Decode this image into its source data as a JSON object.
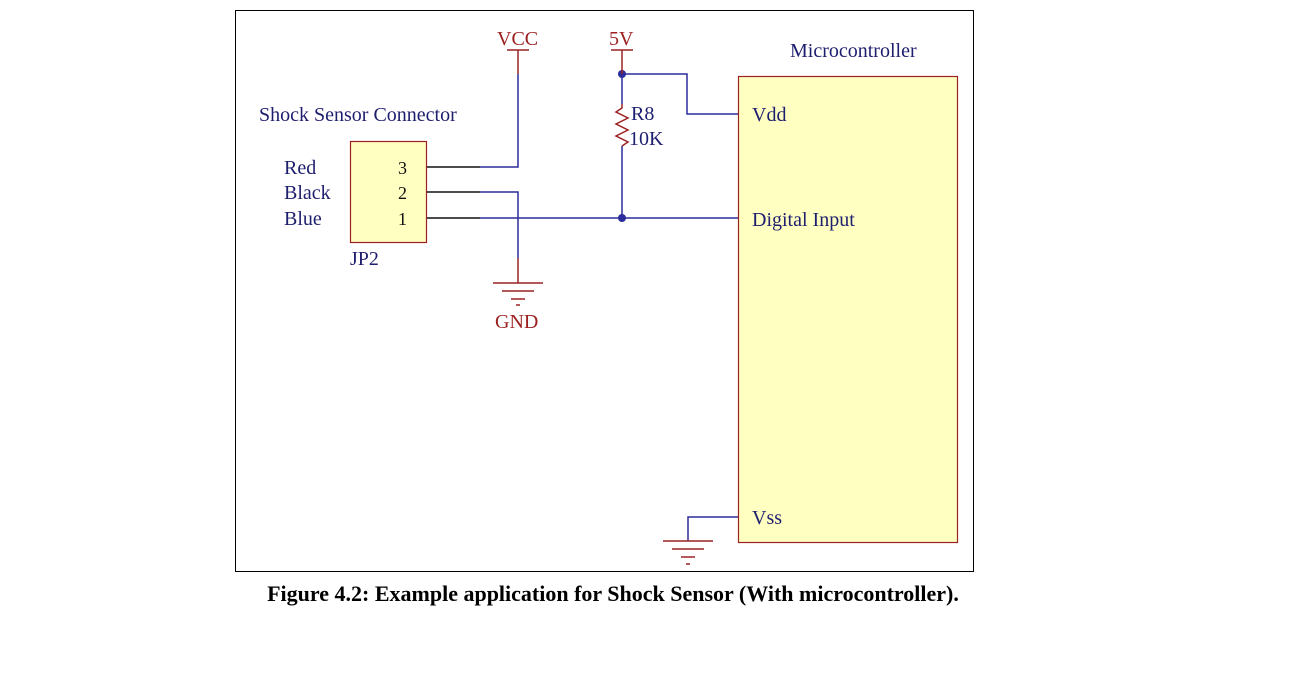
{
  "colors": {
    "wire": "#2c2c9c",
    "power": "#9c2222",
    "component_fill": "#ffffc2",
    "component_stroke": "#9c2222",
    "label_dark": "#1e1e6e",
    "text": "#111111"
  },
  "connector": {
    "title": "Shock Sensor Connector",
    "designator": "JP2",
    "pins": [
      {
        "wire_color": "Red",
        "number": "3"
      },
      {
        "wire_color": "Black",
        "number": "2"
      },
      {
        "wire_color": "Blue",
        "number": "1"
      }
    ]
  },
  "power": {
    "vcc": "VCC",
    "five_volt": "5V",
    "gnd": "GND"
  },
  "resistor": {
    "designator": "R8",
    "value": "10K"
  },
  "microcontroller": {
    "title": "Microcontroller",
    "pins": {
      "vdd": "Vdd",
      "digital_input": "Digital Input",
      "vss": "Vss"
    }
  },
  "caption": "Figure 4.2: Example application for Shock Sensor (With microcontroller)."
}
